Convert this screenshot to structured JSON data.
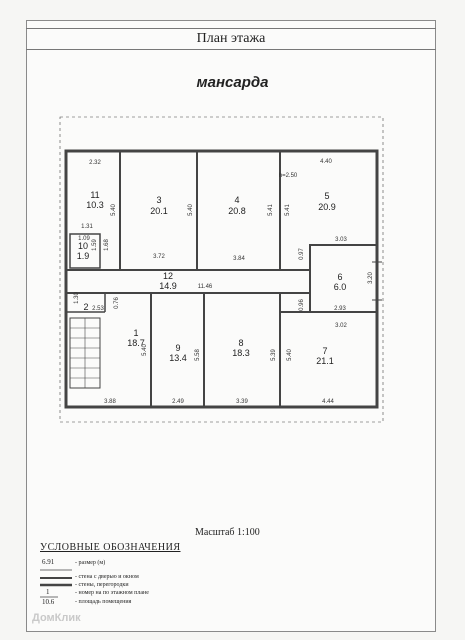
{
  "header": {
    "title": "План этажа",
    "floor": "мансарда"
  },
  "plan": {
    "height_note": "h=2.50",
    "rooms": [
      {
        "num": "11",
        "area": "10.3"
      },
      {
        "num": "3",
        "area": "20.1"
      },
      {
        "num": "4",
        "area": "20.8"
      },
      {
        "num": "5",
        "area": "20.9"
      },
      {
        "num": "10",
        "area": "1.9"
      },
      {
        "num": "12",
        "area": "14.9"
      },
      {
        "num": "6",
        "area": "6.0"
      },
      {
        "num": "2",
        "area": ""
      },
      {
        "num": "1",
        "area": "18.7"
      },
      {
        "num": "9",
        "area": "13.4"
      },
      {
        "num": "8",
        "area": "18.3"
      },
      {
        "num": "7",
        "area": "21.1"
      }
    ],
    "dimensions": [
      "2.32",
      "4.40",
      "5.40",
      "5.40",
      "5.41",
      "5.41",
      "1.31",
      "1.59",
      "1.68",
      "3.72",
      "3.84",
      "0.97",
      "3.03",
      "11.46",
      "1.30",
      "0.76",
      "2.53",
      "3.20",
      "2.93",
      "0.96",
      "3.02",
      "5.40",
      "5.58",
      "5.39",
      "5.40",
      "3.88",
      "2.49",
      "3.39",
      "4.44",
      "1.09"
    ]
  },
  "scale": "Масштаб 1:100",
  "legend": {
    "title": "УСЛОВНЫЕ ОБОЗНАЧЕНИЯ",
    "items": [
      {
        "symbol": "6.91",
        "text": "- размер (м)"
      },
      {
        "symbol": "",
        "text": "- стена с дверью и окном"
      },
      {
        "symbol": "",
        "text": "- стены, перегородки"
      },
      {
        "symbol": "1",
        "text": "- номер на по этажном плане"
      },
      {
        "symbol": "10.6",
        "text": "- площадь помещения"
      }
    ]
  },
  "watermark": "ДомКлик"
}
